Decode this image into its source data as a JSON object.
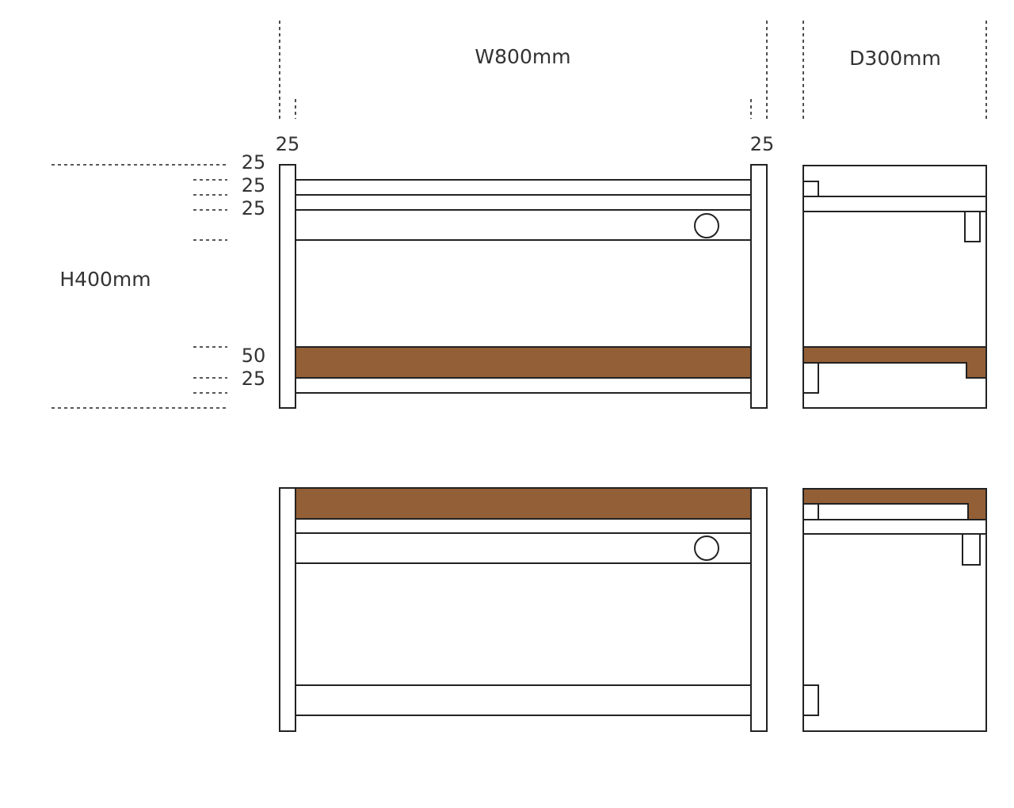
{
  "colors": {
    "wood": "#935f36",
    "stroke": "#222222",
    "text": "#333333"
  },
  "dimensions": {
    "width_label": "W800mm",
    "depth_label": "D300mm",
    "height_label": "H400mm",
    "leg_left": "25",
    "leg_right": "25",
    "top_segments": [
      "25",
      "25",
      "25"
    ],
    "bottom_segments": [
      "50",
      "25"
    ]
  }
}
